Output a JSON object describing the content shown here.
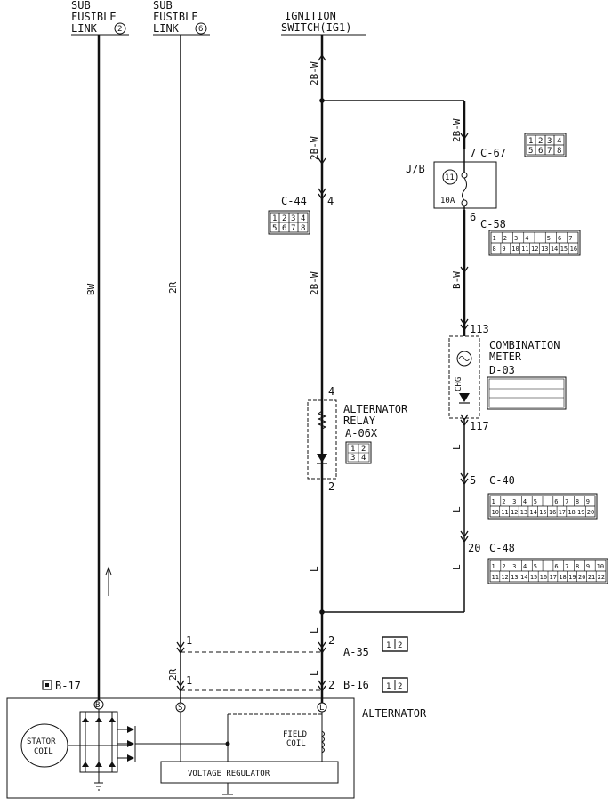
{
  "sources": {
    "sub_fusible_2": {
      "line1": "SUB",
      "line2": "FUSIBLE",
      "line3": "LINK",
      "num": "2"
    },
    "sub_fusible_6": {
      "line1": "SUB",
      "line2": "FUSIBLE",
      "line3": "LINK",
      "num": "6"
    },
    "ignition": {
      "line1": "IGNITION",
      "line2": "SWITCH(IG1)"
    }
  },
  "wire_codes": {
    "bw": "BW",
    "r2": "2R",
    "r2_lower": "2R",
    "ig_top": "2B-W",
    "ig_mid": "2B-W",
    "ig_low": "2B-W",
    "right_top": "2B-W",
    "right_bw": "B-W",
    "l1": "L",
    "l2": "L",
    "l3": "L",
    "l4": "L",
    "l5": "L",
    "l6": "L"
  },
  "connectors": {
    "c67": {
      "name": "C-67",
      "pins": [
        "1",
        "2",
        "3",
        "4",
        "5",
        "6",
        "7",
        "8"
      ]
    },
    "c44": {
      "name": "C-44",
      "pins": [
        "1",
        "2",
        "3",
        "4",
        "5",
        "6",
        "7",
        "8"
      ]
    },
    "c58": {
      "name": "C-58",
      "row1": [
        "1",
        "2",
        "3",
        "4",
        "",
        "5",
        "6",
        "7"
      ],
      "row2": [
        "8",
        "9",
        "10",
        "11",
        "12",
        "13",
        "14",
        "15",
        "16"
      ]
    },
    "d03": {
      "name": "D-03"
    },
    "c40": {
      "name": "C-40",
      "row1": [
        "1",
        "2",
        "3",
        "4",
        "5",
        "",
        "6",
        "7",
        "8",
        "9"
      ],
      "row2": [
        "10",
        "11",
        "12",
        "13",
        "14",
        "15",
        "16",
        "17",
        "18",
        "19",
        "20"
      ]
    },
    "c48": {
      "name": "C-48",
      "row1": [
        "1",
        "2",
        "3",
        "4",
        "5",
        "",
        "6",
        "7",
        "8",
        "9",
        "10"
      ],
      "row2": [
        "11",
        "12",
        "13",
        "14",
        "15",
        "16",
        "17",
        "18",
        "19",
        "20",
        "21",
        "22"
      ]
    },
    "a06x": {
      "name": "A-06X",
      "pins": [
        "1",
        "2",
        "3",
        "4"
      ]
    },
    "a35": {
      "name": "A-35",
      "pins": [
        "1",
        "2"
      ]
    },
    "b16": {
      "name": "B-16",
      "pins": [
        "1",
        "2"
      ]
    },
    "b17": {
      "name": "B-17"
    }
  },
  "pins": {
    "p7": "7",
    "p6": "6",
    "p4_c44": "4",
    "p4_relay": "4",
    "p2_relay": "2",
    "p113": "113",
    "p117": "117",
    "p5": "5",
    "p20": "20",
    "a35_1": "1",
    "a35_2": "2",
    "b16_1": "1",
    "b16_2": "2"
  },
  "components": {
    "jb": {
      "label": "J/B",
      "fuse_num": "11",
      "fuse_amp": "10A"
    },
    "relay": {
      "line1": "ALTERNATOR",
      "line2": "RELAY",
      "code": "A-06X"
    },
    "meter": {
      "line1": "COMBINATION",
      "line2": "METER",
      "code": "D-03",
      "lamp": "CHG"
    },
    "alternator": {
      "label": "ALTERNATOR",
      "stator": "STATOR",
      "stator2": "COIL",
      "field1": "FIELD",
      "field2": "COIL",
      "regulator": "VOLTAGE REGULATOR"
    }
  }
}
